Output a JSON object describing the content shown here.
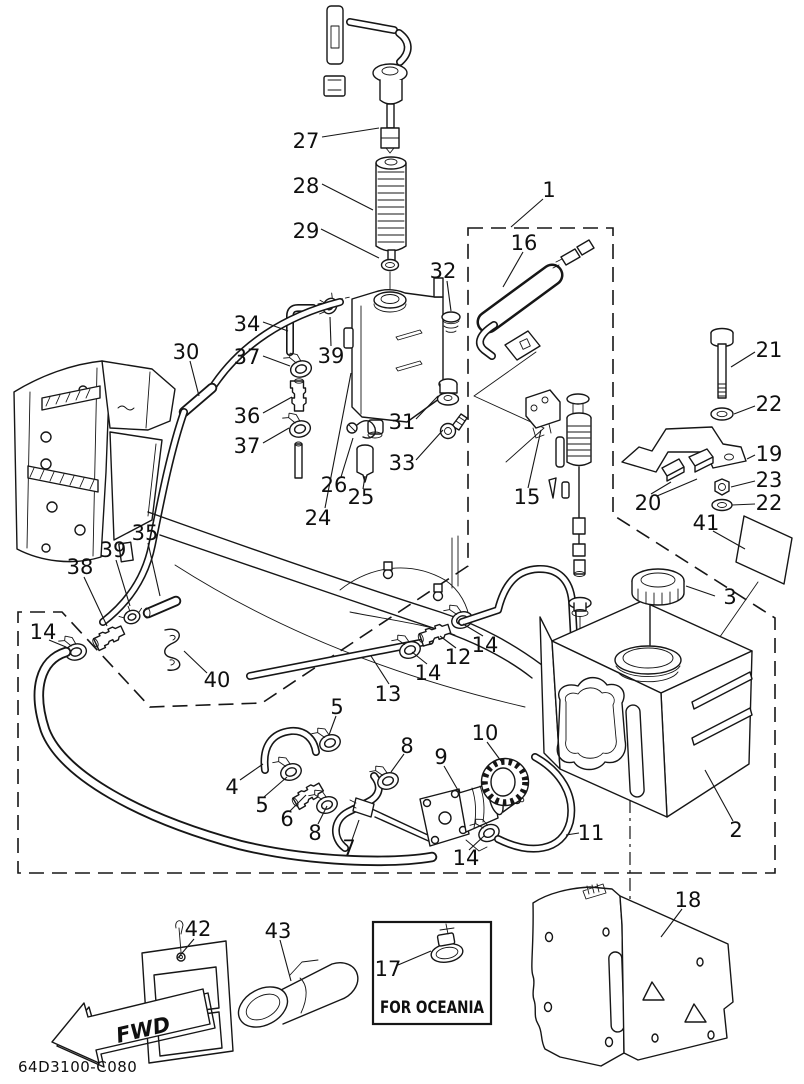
{
  "diagram": {
    "drawing_code": "64D3100-C080",
    "oceania_box_label": "FOR OCEANIA",
    "fwd_arrow_label": "FWD"
  },
  "labels": {
    "1": "1",
    "2": "2",
    "3": "3",
    "4": "4",
    "5": "5",
    "6": "6",
    "7": "7",
    "8": "8",
    "9": "9",
    "10": "10",
    "11": "11",
    "12": "12",
    "13": "13",
    "14": "14",
    "15": "15",
    "16": "16",
    "17": "17",
    "18": "18",
    "19": "19",
    "20": "20",
    "21": "21",
    "22": "22",
    "23": "23",
    "24": "24",
    "25": "25",
    "26": "26",
    "27": "27",
    "28": "28",
    "29": "29",
    "30": "30",
    "31": "31",
    "32": "32",
    "33": "33",
    "34": "34",
    "35": "35",
    "36": "36",
    "37": "37",
    "38": "38",
    "39": "39",
    "40": "40",
    "41": "41",
    "42": "42",
    "43": "43"
  }
}
